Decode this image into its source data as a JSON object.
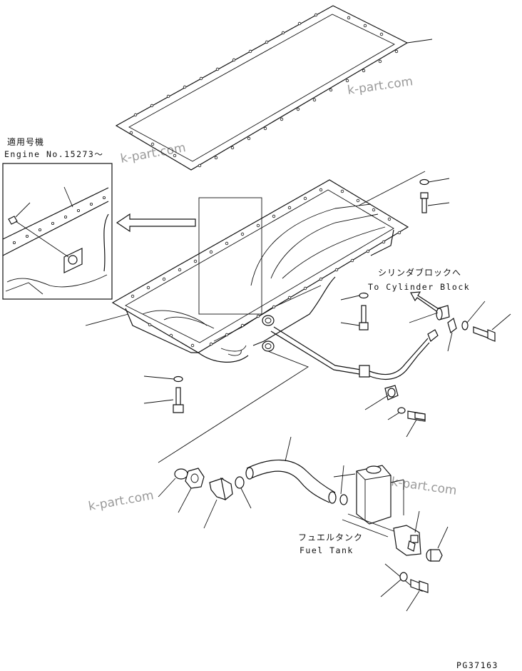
{
  "labels": {
    "applicable_jp": "適用号機",
    "engine_no": "Engine No.15273～",
    "cylinder_jp": "シリンダブロックへ",
    "cylinder_en": "To Cylinder Block",
    "fuel_jp": "フュエルタンク",
    "fuel_en": "Fuel Tank",
    "figure_code": "PG37163"
  },
  "watermarks": [
    "k-part.com",
    "k-part.com",
    "k-part.com",
    "k-part.com"
  ]
}
